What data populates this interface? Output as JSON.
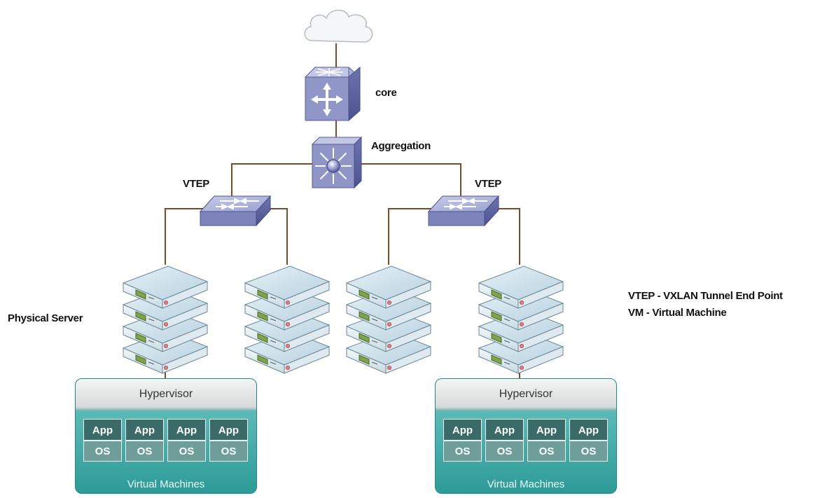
{
  "labels": {
    "core": "core",
    "aggregation": "Aggregation",
    "vtep_left": "VTEP",
    "vtep_right": "VTEP",
    "physical_server": "Physical Server",
    "legend_vtep": "VTEP - VXLAN Tunnel End Point",
    "legend_vm": "VM - Virtual Machine"
  },
  "vm_groups": [
    {
      "hypervisor": "Hypervisor",
      "footer": "Virtual Machines",
      "vms": [
        {
          "app": "App",
          "os": "OS"
        },
        {
          "app": "App",
          "os": "OS"
        },
        {
          "app": "App",
          "os": "OS"
        },
        {
          "app": "App",
          "os": "OS"
        }
      ]
    },
    {
      "hypervisor": "Hypervisor",
      "footer": "Virtual Machines",
      "vms": [
        {
          "app": "App",
          "os": "OS"
        },
        {
          "app": "App",
          "os": "OS"
        },
        {
          "app": "App",
          "os": "OS"
        },
        {
          "app": "App",
          "os": "OS"
        }
      ]
    }
  ],
  "colors": {
    "link": "#7a4a2a",
    "device_blue": "#7880b8",
    "server_face": "#cfe3ec",
    "hypervisor_teal": "#2d9b98"
  },
  "icons": [
    "cloud-icon",
    "core-router-icon",
    "aggregation-switch-icon",
    "access-switch-icon",
    "server-icon"
  ]
}
